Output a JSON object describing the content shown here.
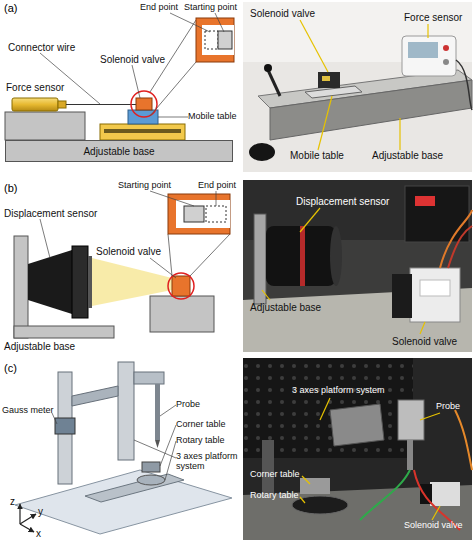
{
  "diagram": {
    "nodes": [
      {
        "text": [
          "Adjustable base"
        ]
      }
    ],
    "labels": [
      "(a)",
      "End point",
      "Starting point",
      "Connector wire",
      "Solenoid valve",
      "Force sensor",
      "Mobile table",
      "Solenoid valve",
      "Force sensor",
      "Mobile table",
      "Adjustable base",
      "(b)",
      "Starting point",
      "End point",
      "Displacement sensor",
      "Solenoid valve",
      "Adjustable base",
      "Displacement sensor",
      "Adjustable base",
      "Solenoid valve",
      "(c)",
      "Gauss meter",
      "Probe",
      "Corner table",
      "Rotary table",
      "3 axes platform system",
      "z",
      "x",
      "y",
      "3 axes platform system",
      "Probe",
      "Corner table",
      "Rotary table",
      "Solenoid valve"
    ]
  }
}
